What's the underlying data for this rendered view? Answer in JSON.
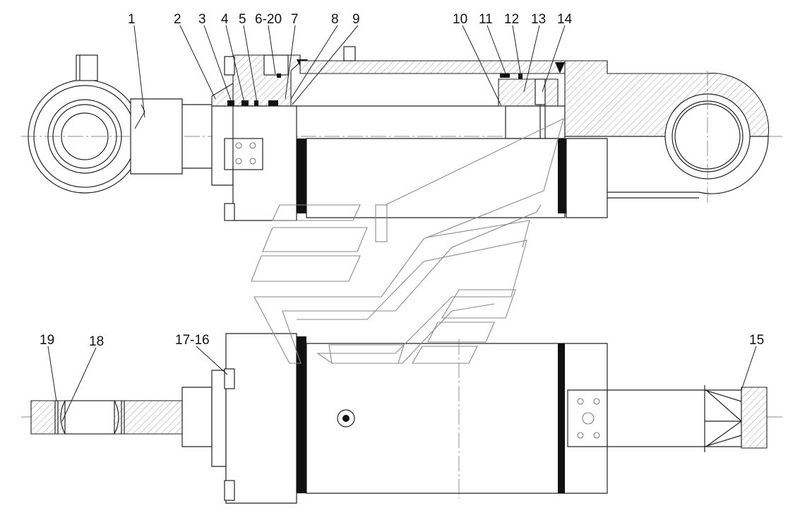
{
  "labels": {
    "l1": "1",
    "l2": "2",
    "l3": "3",
    "l4": "4",
    "l5": "5",
    "l6": "6-20",
    "l7": "7",
    "l8": "8",
    "l9": "9",
    "l10": "10",
    "l11": "11",
    "l12": "12",
    "l13": "13",
    "l14": "14",
    "l15": "15",
    "l16": "17-16",
    "l18": "18",
    "l19": "19"
  },
  "colors": {
    "line": "#222222",
    "hatch": "#9a9a9a",
    "watermark": "#8a8a8a",
    "background": "#ffffff"
  }
}
